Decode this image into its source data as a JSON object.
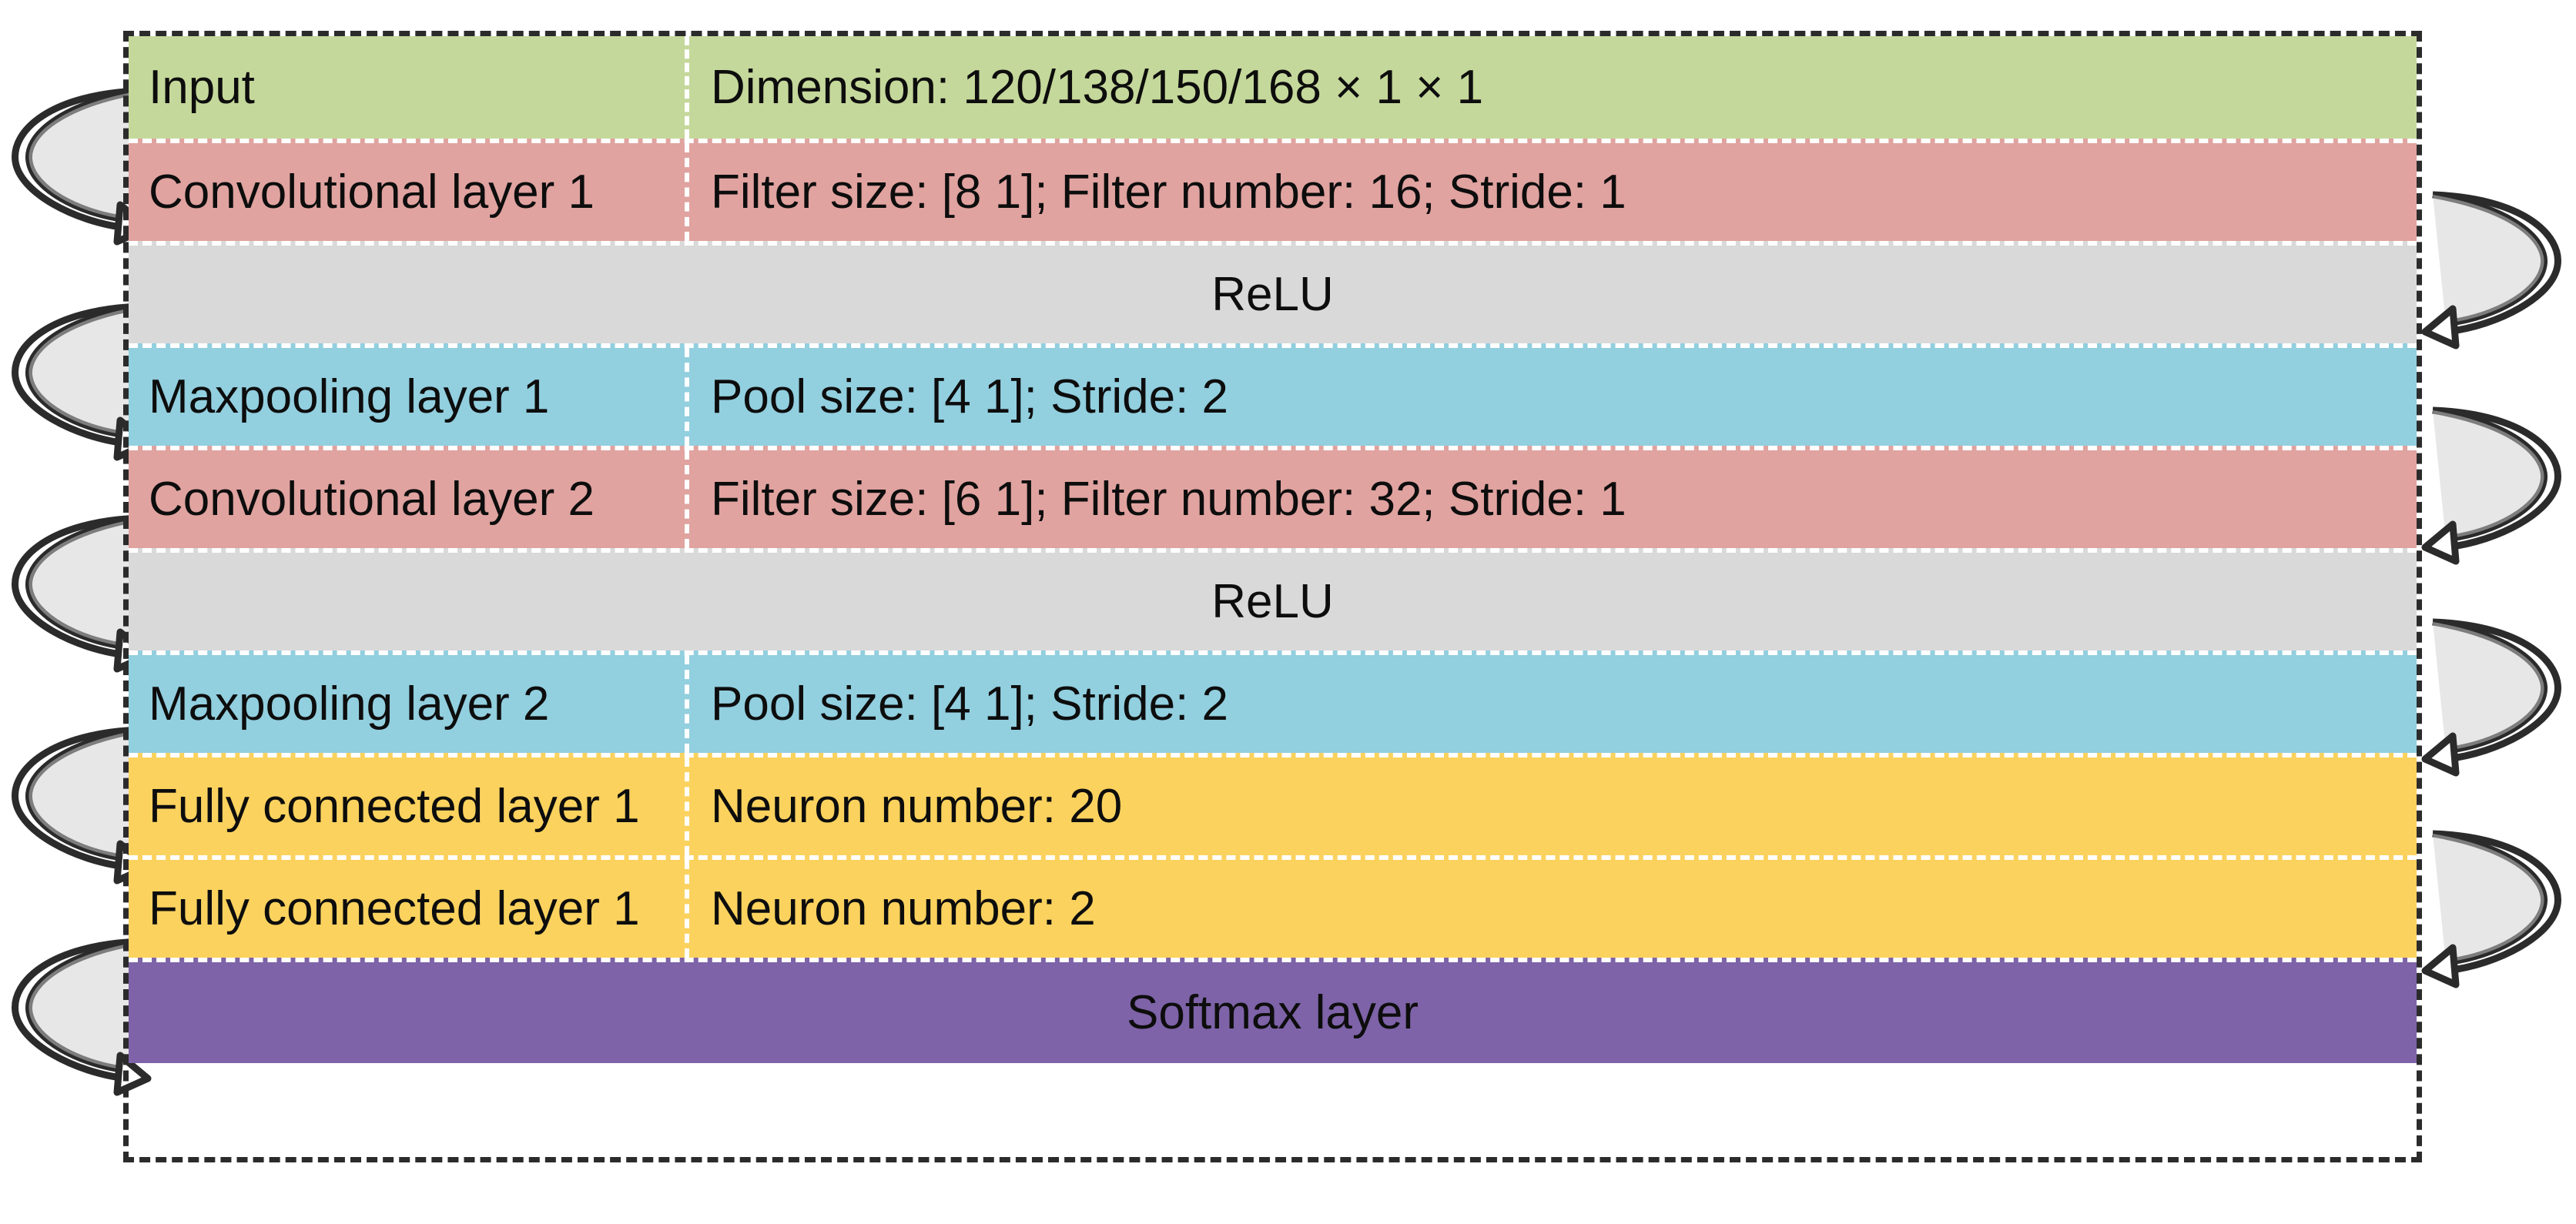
{
  "diagram": {
    "title": "CNN layer configuration table",
    "colors": {
      "input": "#c5d89b",
      "convolutional": "#e0a3a0",
      "relu": "#d9d9d9",
      "maxpooling": "#92cfdf",
      "fully_connected": "#fbd25e",
      "softmax": "#7e63a8",
      "border": "#2b2b2b",
      "divider": "#ffffff",
      "text": "#0d0d0d",
      "arrow_stroke": "#2b2b2b",
      "arrow_fill": "#ffffff"
    },
    "rows": [
      {
        "id": "input",
        "name": "Input",
        "detail": "Dimension: 120/138/150/168 × 1 × 1",
        "style": "input",
        "span": false
      },
      {
        "id": "conv1",
        "name": "Convolutional layer 1",
        "detail": "Filter size: [8 1]; Filter number: 16; Stride: 1",
        "style": "convolutional",
        "span": false
      },
      {
        "id": "relu1",
        "name": "ReLU",
        "detail": "",
        "style": "relu",
        "span": true
      },
      {
        "id": "pool1",
        "name": "Maxpooling layer 1",
        "detail": "Pool size: [4 1]; Stride: 2",
        "style": "maxpooling",
        "span": false
      },
      {
        "id": "conv2",
        "name": "Convolutional layer 2",
        "detail": "Filter size: [6 1]; Filter number: 32; Stride: 1",
        "style": "convolutional",
        "span": false
      },
      {
        "id": "relu2",
        "name": "ReLU",
        "detail": "",
        "style": "relu",
        "span": true
      },
      {
        "id": "pool2",
        "name": "Maxpooling layer 2",
        "detail": "Pool size: [4 1]; Stride: 2",
        "style": "maxpooling",
        "span": false
      },
      {
        "id": "fc1",
        "name": "Fully connected layer 1",
        "detail": "Neuron number: 20",
        "style": "fully_connected",
        "span": false
      },
      {
        "id": "fc2",
        "name": "Fully connected layer 1",
        "detail": "Neuron number: 2",
        "style": "fully_connected",
        "span": false
      },
      {
        "id": "softmax",
        "name": "Softmax layer",
        "detail": "",
        "style": "softmax",
        "span": true
      }
    ],
    "flow_arrows": {
      "left_count": 5,
      "right_count": 4,
      "description": "curved loop arrows linking consecutive layer rows"
    }
  }
}
